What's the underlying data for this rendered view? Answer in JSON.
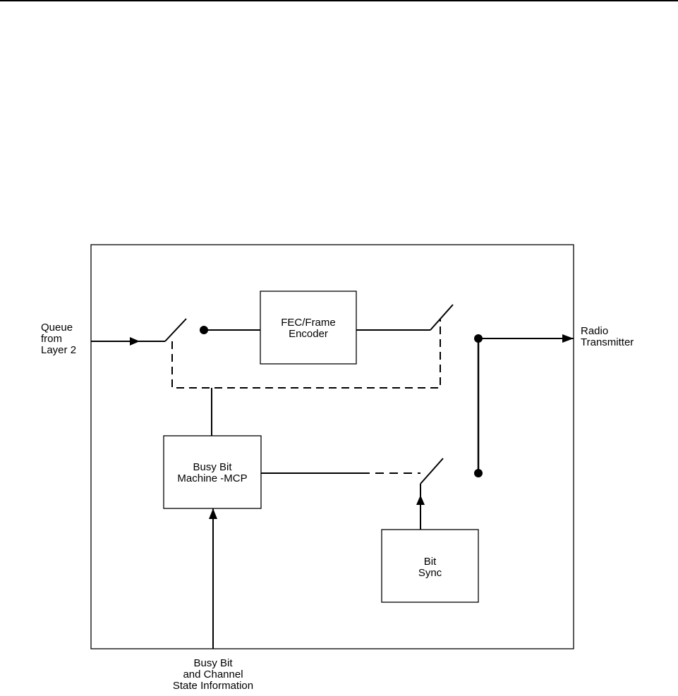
{
  "blocks": {
    "fec_encoder": {
      "line1": "FEC/Frame",
      "line2": "Encoder"
    },
    "busy_bit_machine": {
      "line1": "Busy Bit",
      "line2": "Machine -MCP"
    },
    "bit_sync": {
      "line1": "Bit",
      "line2": "Sync"
    }
  },
  "external": {
    "queue": {
      "line1": "Queue",
      "line2": "from",
      "line3": "Layer 2"
    },
    "radio": {
      "line1": "Radio",
      "line2": "Transmitter"
    },
    "busy_info": {
      "line1": "Busy Bit",
      "line2": "and Channel",
      "line3": "State Information"
    }
  }
}
